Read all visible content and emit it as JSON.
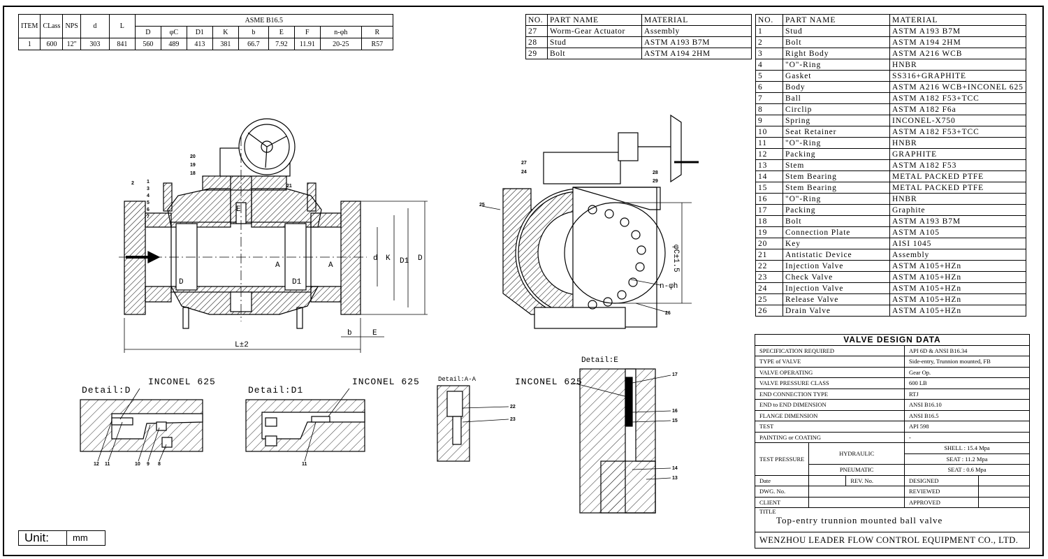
{
  "dimension_table": {
    "headers_top": [
      "ITEM",
      "CLass",
      "NPS",
      "d",
      "L",
      "ASME B16.5"
    ],
    "headers_sub": [
      "D",
      "φC",
      "D1",
      "K",
      "b",
      "E",
      "F",
      "n-φh",
      "R"
    ],
    "row": [
      "1",
      "600",
      "12\"",
      "303",
      "841",
      "560",
      "489",
      "413",
      "381",
      "66.7",
      "7.92",
      "11.91",
      "20-25",
      "R57"
    ]
  },
  "parts_header": {
    "no": "NO.",
    "part": "PART NAME",
    "material": "MATERIAL"
  },
  "parts_a": [
    {
      "no": "27",
      "part": "Worm-Gear Actuator",
      "material": "Assembly"
    },
    {
      "no": "28",
      "part": "Stud",
      "material": "ASTM A193 B7M"
    },
    {
      "no": "29",
      "part": "Bolt",
      "material": "ASTM A194 2HM"
    }
  ],
  "parts_b": [
    {
      "no": "1",
      "part": "Stud",
      "material": "ASTM A193 B7M"
    },
    {
      "no": "2",
      "part": "Bolt",
      "material": "ASTM A194 2HM"
    },
    {
      "no": "3",
      "part": "Right Body",
      "material": "ASTM A216 WCB"
    },
    {
      "no": "4",
      "part": "\"O\"-Ring",
      "material": "HNBR"
    },
    {
      "no": "5",
      "part": "Gasket",
      "material": "SS316+GRAPHITE"
    },
    {
      "no": "6",
      "part": "Body",
      "material": "ASTM A216 WCB+INCONEL 625"
    },
    {
      "no": "7",
      "part": "Ball",
      "material": "ASTM A182 F53+TCC"
    },
    {
      "no": "8",
      "part": "Circlip",
      "material": "ASTM A182 F6a"
    },
    {
      "no": "9",
      "part": "Spring",
      "material": "INCONEL-X750"
    },
    {
      "no": "10",
      "part": "Seat Retainer",
      "material": "ASTM A182 F53+TCC"
    },
    {
      "no": "11",
      "part": "\"O\"-Ring",
      "material": "HNBR"
    },
    {
      "no": "12",
      "part": "Packing",
      "material": "GRAPHITE"
    },
    {
      "no": "13",
      "part": "Stem",
      "material": "ASTM A182 F53"
    },
    {
      "no": "14",
      "part": "Stem Bearing",
      "material": "METAL PACKED PTFE"
    },
    {
      "no": "15",
      "part": "Stem Bearing",
      "material": "METAL PACKED PTFE"
    },
    {
      "no": "16",
      "part": "\"O\"-Ring",
      "material": "HNBR"
    },
    {
      "no": "17",
      "part": "Packing",
      "material": "Graphite"
    },
    {
      "no": "18",
      "part": "Bolt",
      "material": "ASTM A193 B7M"
    },
    {
      "no": "19",
      "part": "Connection Plate",
      "material": "ASTM A105"
    },
    {
      "no": "20",
      "part": "Key",
      "material": "AISI 1045"
    },
    {
      "no": "21",
      "part": "Antistatic Device",
      "material": "Assembly"
    },
    {
      "no": "22",
      "part": "Injection Valve",
      "material": "ASTM A105+HZn"
    },
    {
      "no": "23",
      "part": "Check Valve",
      "material": "ASTM A105+HZn"
    },
    {
      "no": "24",
      "part": "Injection Valve",
      "material": "ASTM A105+HZn"
    },
    {
      "no": "25",
      "part": "Release Valve",
      "material": "ASTM A105+HZn"
    },
    {
      "no": "26",
      "part": "Drain Valve",
      "material": "ASTM A105+HZn"
    }
  ],
  "design_data": {
    "title": "VALVE DESIGN DATA",
    "rows": [
      {
        "label": "SPECIFICATION REQUIRED",
        "value": "API 6D & ANSI B16.34"
      },
      {
        "label": "TYPE of VALVE",
        "value": "Side-entry, Trunnion mounted, FB"
      },
      {
        "label": "VALVE OPERATING",
        "value": "Gear Op."
      },
      {
        "label": "VALVE PRESSURE CLASS",
        "value": "600 LB"
      },
      {
        "label": "END CONNECTION TYPE",
        "value": "RTJ"
      },
      {
        "label": "END to END DIMENSION",
        "value": "ANSI B16.10"
      },
      {
        "label": "FLANGE DIMENSION",
        "value": "ANSI B16.5"
      },
      {
        "label": "TEST",
        "value": "API 598"
      },
      {
        "label": "PAINTING or COATING",
        "value": "-"
      }
    ],
    "test_pressure": {
      "label": "TEST PRESSURE",
      "hydraulic": "HYDRAULIC",
      "pneumatic": "PNEUMATIC",
      "shell": "SHELL :   15.4  Mpa",
      "seat_h": "SEAT  :   11.2  Mpa",
      "seat_p": "SEAT  :   0.6   Mpa"
    },
    "date": "Date",
    "rev": "REV. No.",
    "designed": "DESIGNED",
    "dwg": "DWG. No.",
    "reviewed": "REVIEWED",
    "client": "CLIENT",
    "approved": "APPROVED",
    "title_label": "TITLE",
    "title_value": "Top-entry trunnion mounted ball valve",
    "company": "WENZHOU LEADER FLOW CONTROL EQUIPMENT CO., LTD."
  },
  "unit": {
    "label": "Unit:",
    "value": "mm"
  },
  "drawing_labels": {
    "detail_d": "Detail:D",
    "detail_d1": "Detail:D1",
    "detail_aa": "Detail:A-A",
    "detail_e": "Detail:E",
    "inconel_1": "INCONEL 625",
    "inconel_2": "INCONEL 625",
    "inconel_3": "INCONEL 625",
    "dim_L": "L±2",
    "dim_b": "b",
    "dim_E": "E",
    "dim_d": "d",
    "dim_K": "K",
    "dim_D1": "D1",
    "dim_D": "D",
    "dim_C": "φC±1.5",
    "dim_nh": "n-φh",
    "sec_A1": "A",
    "sec_A2": "A",
    "mark_D": "D",
    "mark_D1": "D1",
    "mark_E": "E",
    "callouts_left": [
      "2",
      "1",
      "3",
      "4",
      "5",
      "6",
      "7",
      "20",
      "19",
      "18",
      "21"
    ],
    "callouts_right": [
      "27",
      "24",
      "25",
      "28",
      "29",
      "26"
    ],
    "callouts_d": [
      "12",
      "11",
      "10",
      "9",
      "8"
    ],
    "callouts_d1": [
      "11"
    ],
    "callouts_aa": [
      "22",
      "23"
    ],
    "callouts_e": [
      "17",
      "16",
      "15",
      "14",
      "13"
    ]
  }
}
